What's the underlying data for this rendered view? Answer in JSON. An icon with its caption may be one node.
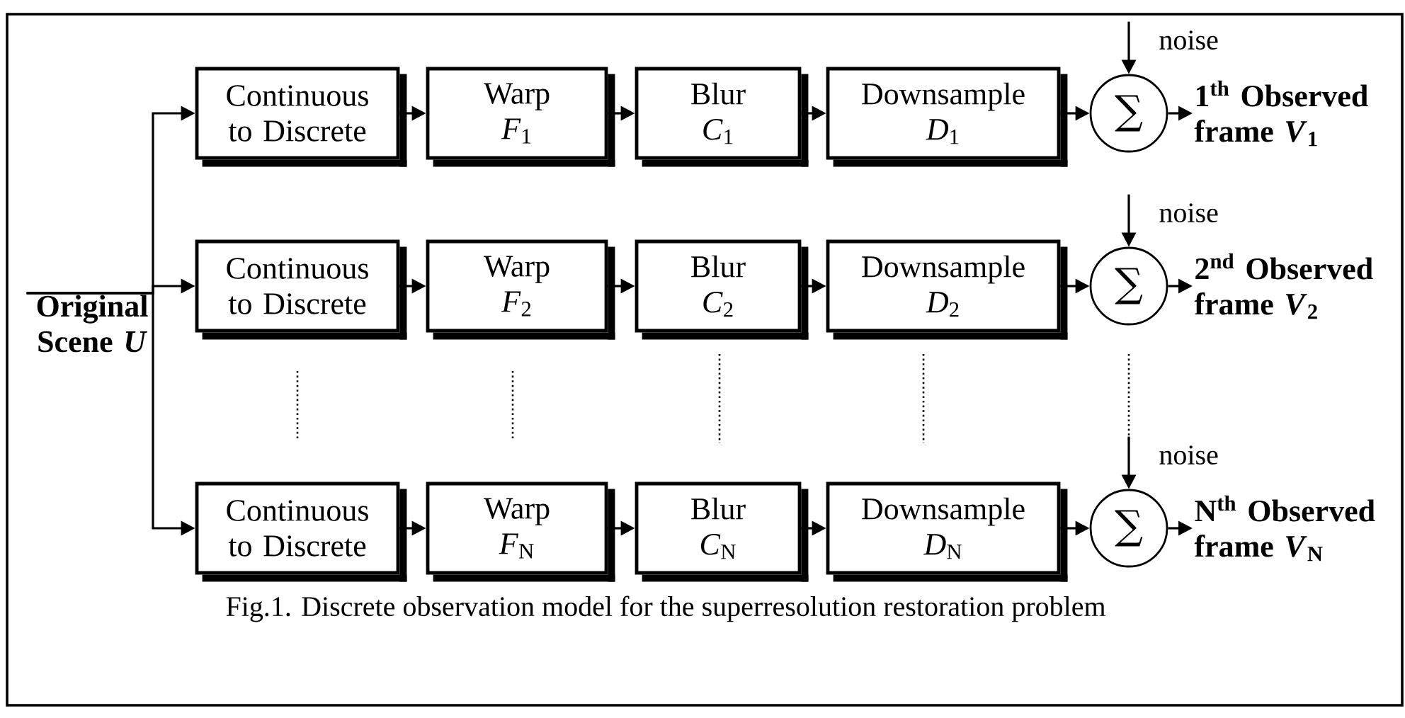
{
  "diagram": {
    "caption": "Fig.1. Discrete observation model for the superresolution restoration problem",
    "nodes": [
      {
        "text": [
          "Original Scene *U*"
        ]
      },
      {
        "text": [
          "Continuous to Discrete"
        ]
      },
      {
        "text": [
          "Warp *F*$_{1}$"
        ]
      },
      {
        "text": [
          "Blur *C*$_{1}$"
        ]
      },
      {
        "text": [
          "Downsample *D*$_{1}$"
        ]
      },
      {
        "text": [
          "∑"
        ]
      },
      {
        "text": [
          "1$^{th}$ Observed frame *V*$_{1}$"
        ]
      },
      {
        "text": [
          "Continuous to Discrete"
        ]
      },
      {
        "text": [
          "Warp *F*$_{2}$"
        ]
      },
      {
        "text": [
          "Blur *C*$_{2}$"
        ]
      },
      {
        "text": [
          "Downsample *D*$_{2}$"
        ]
      },
      {
        "text": [
          "∑"
        ]
      },
      {
        "text": [
          "2$^{nd}$ Observed frame *V*$_{2}$"
        ]
      },
      {
        "text": [
          "Continuous to Discrete"
        ]
      },
      {
        "text": [
          "Warp *F*$_{N}$"
        ]
      },
      {
        "text": [
          "Blur *C*$_{N}$"
        ]
      },
      {
        "text": [
          "Downsample *D*$_{N}$"
        ]
      },
      {
        "text": [
          "∑"
        ]
      },
      {
        "text": [
          "N$^{th}$ Observed frame *V*$_{N}$"
        ]
      }
    ],
    "edges": [
      {
        "from": 0,
        "to": 1,
        "arrow": "to"
      },
      {
        "from": 0,
        "to": 7,
        "arrow": "to"
      },
      {
        "from": 0,
        "to": 13,
        "arrow": "to"
      },
      {
        "from": 1,
        "to": 2,
        "arrow": "to"
      },
      {
        "from": 2,
        "to": 3,
        "arrow": "to"
      },
      {
        "from": 3,
        "to": 4,
        "arrow": "to"
      },
      {
        "from": 4,
        "to": 5,
        "arrow": "to"
      },
      {
        "from": null,
        "to": 5,
        "arrow": "to",
        "label": "noise"
      },
      {
        "from": 5,
        "to": 6,
        "arrow": "to"
      },
      {
        "from": 7,
        "to": 8,
        "arrow": "to"
      },
      {
        "from": 8,
        "to": 9,
        "arrow": "to"
      },
      {
        "from": 9,
        "to": 10,
        "arrow": "to"
      },
      {
        "from": 10,
        "to": 11,
        "arrow": "to"
      },
      {
        "from": null,
        "to": 11,
        "arrow": "to",
        "label": "noise"
      },
      {
        "from": 11,
        "to": 12,
        "arrow": "to"
      },
      {
        "from": 13,
        "to": 14,
        "arrow": "to"
      },
      {
        "from": 14,
        "to": 15,
        "arrow": "to"
      },
      {
        "from": 15,
        "to": 16,
        "arrow": "to"
      },
      {
        "from": 16,
        "to": 17,
        "arrow": "to"
      },
      {
        "from": null,
        "to": 17,
        "arrow": "to",
        "label": "noise"
      },
      {
        "from": 17,
        "to": 18,
        "arrow": "to"
      }
    ]
  }
}
